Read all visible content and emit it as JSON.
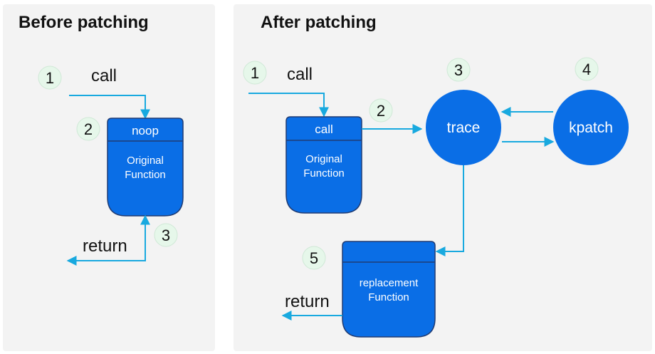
{
  "before": {
    "title": "Before patching",
    "call_label": "call",
    "return_label": "return",
    "box_header": "noop",
    "box_body": [
      "Original",
      "Function"
    ],
    "steps": [
      "1",
      "2",
      "3"
    ]
  },
  "after": {
    "title": "After patching",
    "call_label": "call",
    "return_label": "return",
    "box_header": "call",
    "box_body": [
      "Original",
      "Function"
    ],
    "trace_label": "trace",
    "kpatch_label": "kpatch",
    "replacement_body": [
      "replacement",
      "Function"
    ],
    "steps": [
      "1",
      "2",
      "3",
      "4",
      "5"
    ]
  },
  "colors": {
    "box_fill": "#0a6ee6",
    "box_stroke": "#1f3b73",
    "arrow": "#18a9df",
    "step_circle": "#e6f7ea",
    "step_stroke": "#cfe8d6"
  }
}
